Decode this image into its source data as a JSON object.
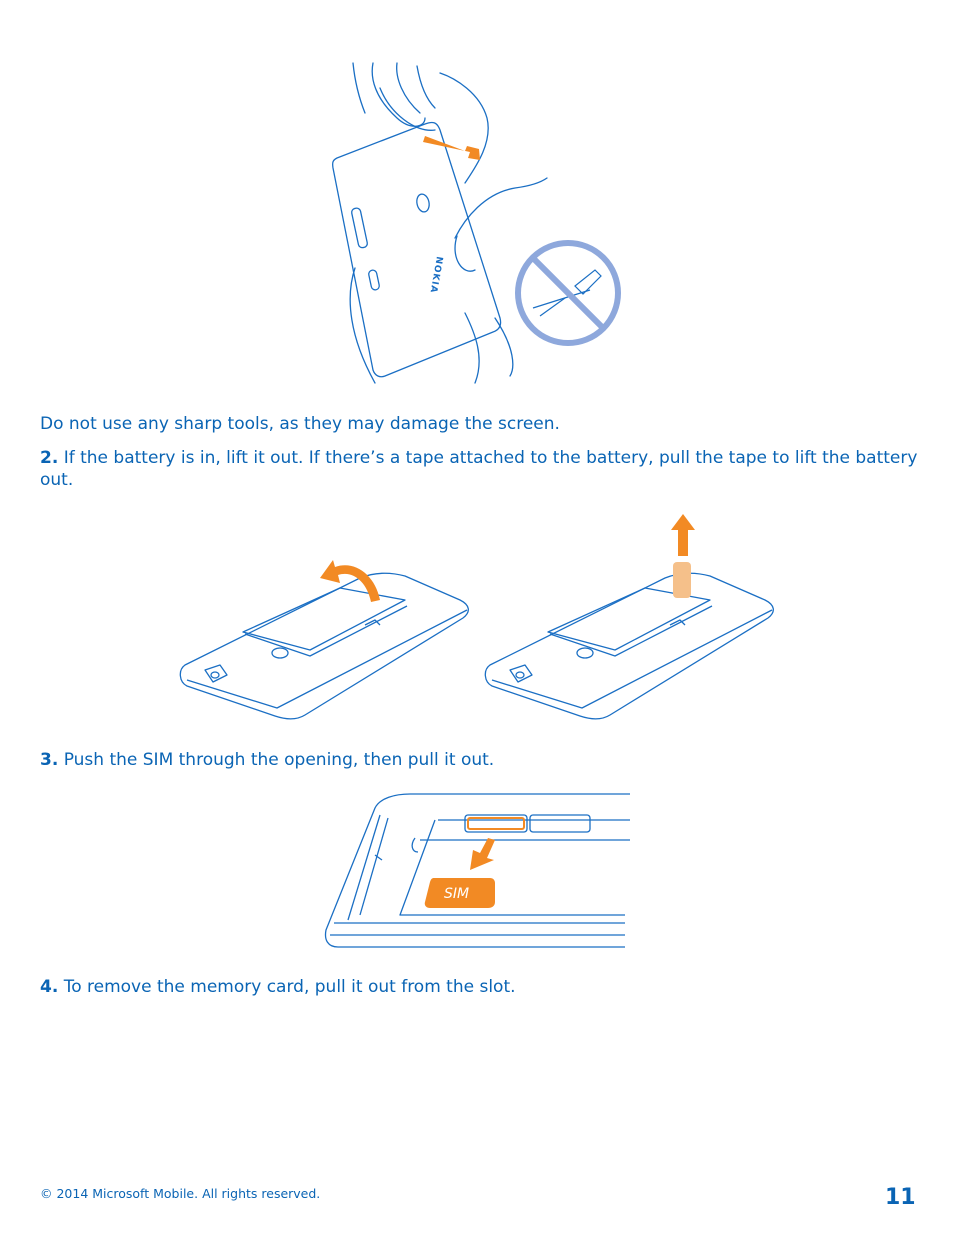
{
  "instructions": {
    "warning": "Do not use any sharp tools, as they may damage the screen.",
    "step2": {
      "num": "2.",
      "text": "If the battery is in, lift it out. If there’s a tape attached to the battery, pull the tape to lift the battery",
      "text_cont": "out."
    },
    "step3": {
      "num": "3.",
      "text": "Push the SIM through the opening, then pull it out."
    },
    "step4": {
      "num": "4.",
      "text": "To remove the memory card, pull it out from the slot."
    }
  },
  "illustrations": {
    "phone_brand": "NOKIA",
    "sim_label": "SIM"
  },
  "footer": {
    "copyright": "© 2014 Microsoft Mobile. All rights reserved.",
    "page_number": "11"
  },
  "colors": {
    "text": "#0a64b4",
    "line": "#1b6fc4",
    "accent": "#f28a24",
    "prohibit": "#8ea8dc"
  }
}
